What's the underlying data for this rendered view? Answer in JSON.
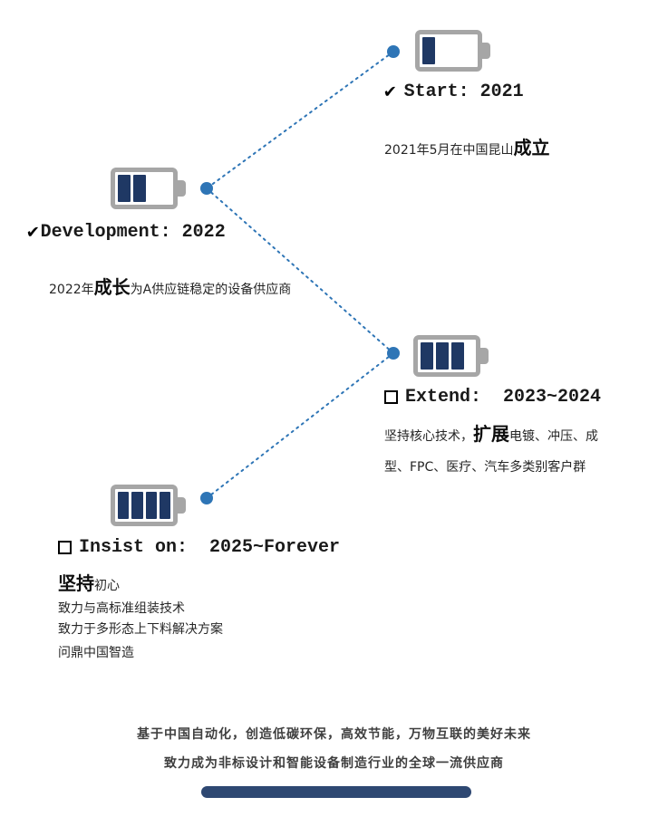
{
  "colors": {
    "dot": "#2e75b6",
    "line": "#2e75b6",
    "battery_border": "#a6a6a6",
    "battery_bar": "#1f3864",
    "footer_bar": "#2e4872"
  },
  "milestones": [
    {
      "marker": "✔",
      "title": "Start: 2021",
      "battery_bars": 1,
      "desc_pre": "2021年5月在中国昆山",
      "desc_big": "成立",
      "desc_post": ""
    },
    {
      "marker": "✔",
      "title": "Development: 2022",
      "battery_bars": 2,
      "desc_pre": "2022年",
      "desc_big": "成长",
      "desc_post": "为A供应链稳定的设备供应商"
    },
    {
      "title": "Extend:  2023~2024",
      "battery_bars": 3,
      "desc_pre": "坚持核心技术，",
      "desc_big": "扩展",
      "desc_post": "电镀、冲压、成型、FPC、医疗、汽车多类别客户群"
    },
    {
      "title": "Insist on:  2025~Forever",
      "battery_bars": 4,
      "desc_pre": "",
      "desc_big": "坚持",
      "desc_post": "初心",
      "extra_lines": [
        "致力与高标准组装技术",
        "致力于多形态上下料解决方案",
        "问鼎中国智造"
      ]
    }
  ],
  "footer": {
    "line1": "基于中国自动化，创造低碳环保，高效节能，万物互联的美好未来",
    "line2": "致力成为非标设计和智能设备制造行业的全球一流供应商"
  }
}
